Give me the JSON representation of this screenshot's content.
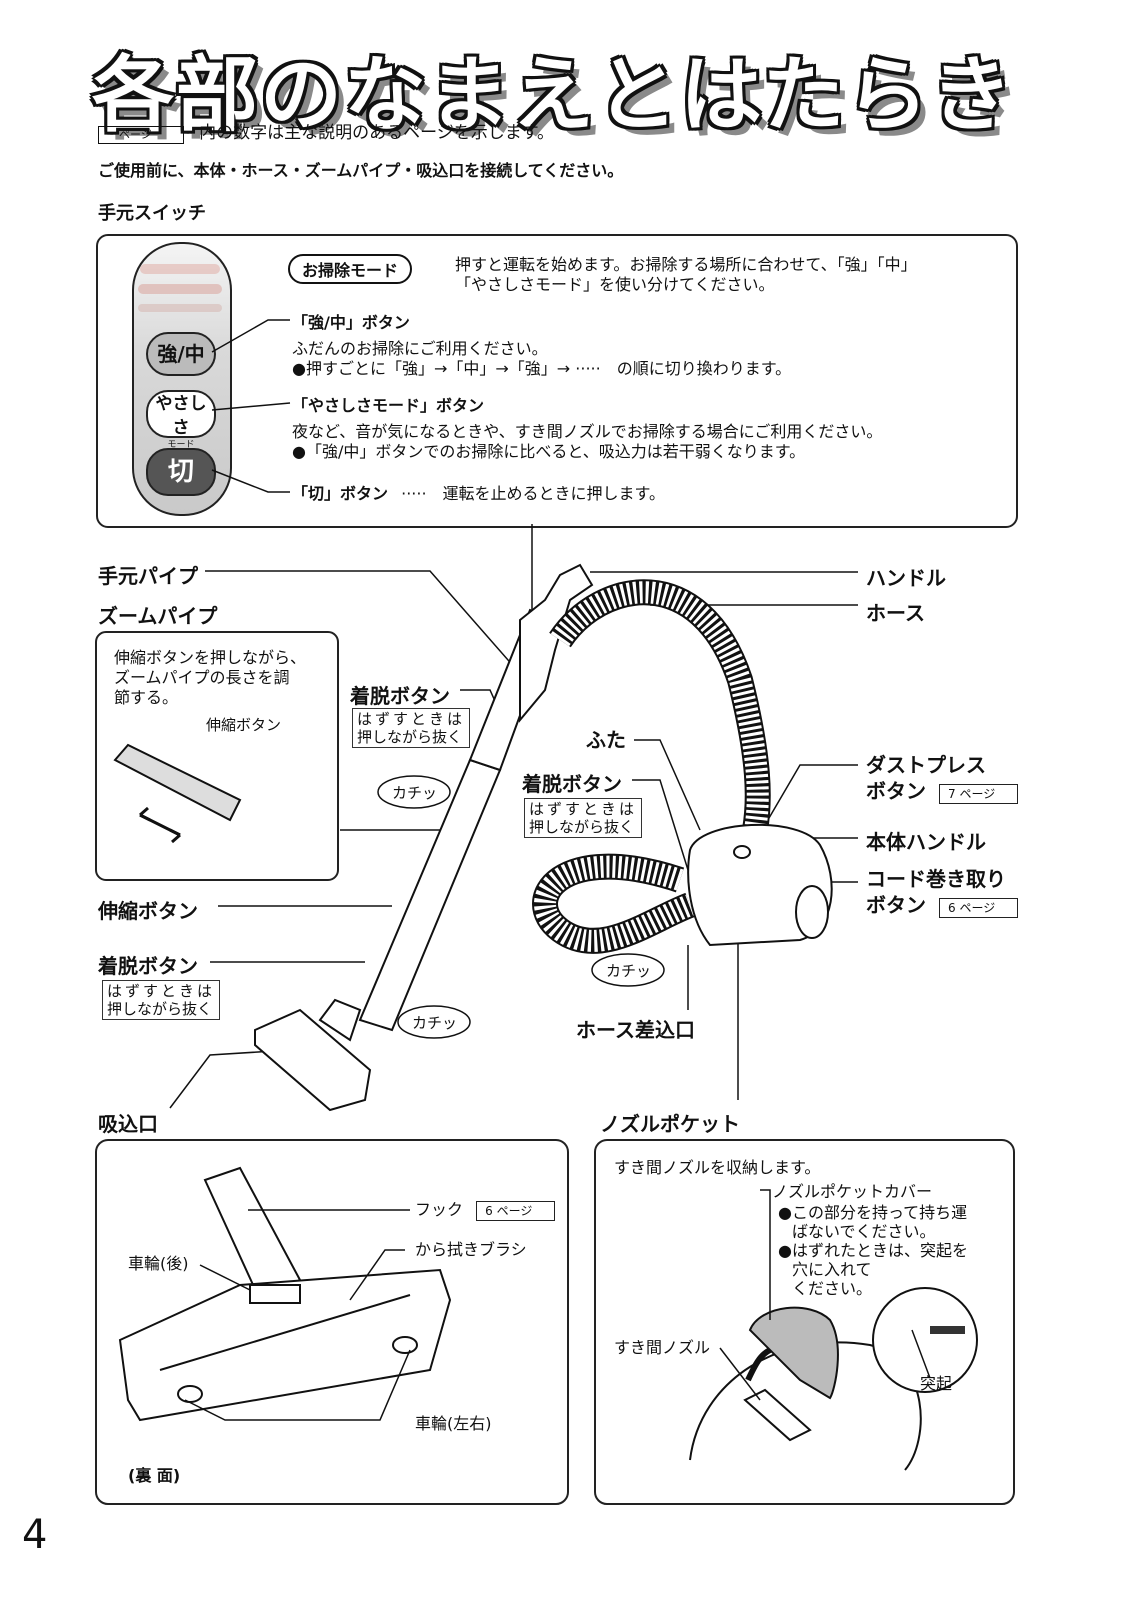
{
  "title": "各部のなまえとはたらき",
  "note": {
    "tag": "ページ",
    "text": "内の数字は主な説明のあるページを示します。"
  },
  "instruction": "ご使用前に、本体・ホース・ズームパイプ・吸込口を接続してください。",
  "switch_section": {
    "heading": "手元スイッチ",
    "switch_labels": {
      "strong": "強/中",
      "gentle": "やさしさ",
      "gentle_sub": "モード",
      "off": "切"
    },
    "mode": {
      "pill": "お掃除モード",
      "line1": "押すと運転を始めます。お掃除する場所に合わせて、「強」「中」",
      "line2": "「やさしさモード」を使い分けてください。"
    },
    "strong_btn": {
      "title": "「強/中」ボタン",
      "desc": "ふだんのお掃除にご利用ください。",
      "bullet": "●押すごとに「強」→「中」→「強」→ ·····　の順に切り換わります。"
    },
    "gentle_btn": {
      "title": "「やさしさモード」ボタン",
      "desc": "夜など、音が気になるときや、すき間ノズルでお掃除する場合にご利用ください。",
      "bullet": "●「強/中」ボタンでのお掃除に比べると、吸込力は若干弱くなります。"
    },
    "off_btn": {
      "title": "「切」ボタン",
      "desc": "·····　運転を止めるときに押します。"
    }
  },
  "labels": {
    "hand_pipe": "手元パイプ",
    "zoom_pipe": "ズームパイプ",
    "zoom_desc": [
      "伸縮ボタンを押しながら、",
      "ズームパイプの長さを調",
      "節する。"
    ],
    "zoom_button_small": "伸縮ボタン",
    "detach1": "着脱ボタン",
    "detach_note": [
      "はずすときは",
      "押しながら抜く"
    ],
    "click": "カチッ",
    "lid": "ふた",
    "detach2": "着脱ボタン",
    "handle": "ハンドル",
    "hose": "ホース",
    "dust_press": [
      "ダストプレス",
      "ボタン"
    ],
    "dust_page": "7",
    "body_handle": "本体ハンドル",
    "cord": [
      "コード巻き取り",
      "ボタン"
    ],
    "cord_page": "6",
    "extend_button": "伸縮ボタン",
    "detach3": "着脱ボタン",
    "hose_inlet": "ホース差込口",
    "nozzle_label": "吸込口",
    "nozzle_pocket": "ノズルポケット",
    "page_word": "ページ"
  },
  "nozzle_box": {
    "hook": "フック",
    "hook_page": "6",
    "wipe_brush": "から拭きブラシ",
    "rear_wheel": "車輪(後)",
    "side_wheel": "車輪(左右)",
    "back": "(裏 面)"
  },
  "pocket_box": {
    "desc": "すき間ノズルを収納します。",
    "cover": "ノズルポケットカバー",
    "bullet1": [
      "●この部分を持って持ち運",
      "ばないでください。"
    ],
    "bullet2": [
      "●はずれたときは、突起を",
      "穴に入れて",
      "ください。"
    ],
    "crevice": "すき間ノズル",
    "protrusion": "突起"
  },
  "page_number": "4",
  "colors": {
    "dark_button": "#555555",
    "switch_gray": "#cfcfcf",
    "shadow": "#8a8a8a"
  }
}
